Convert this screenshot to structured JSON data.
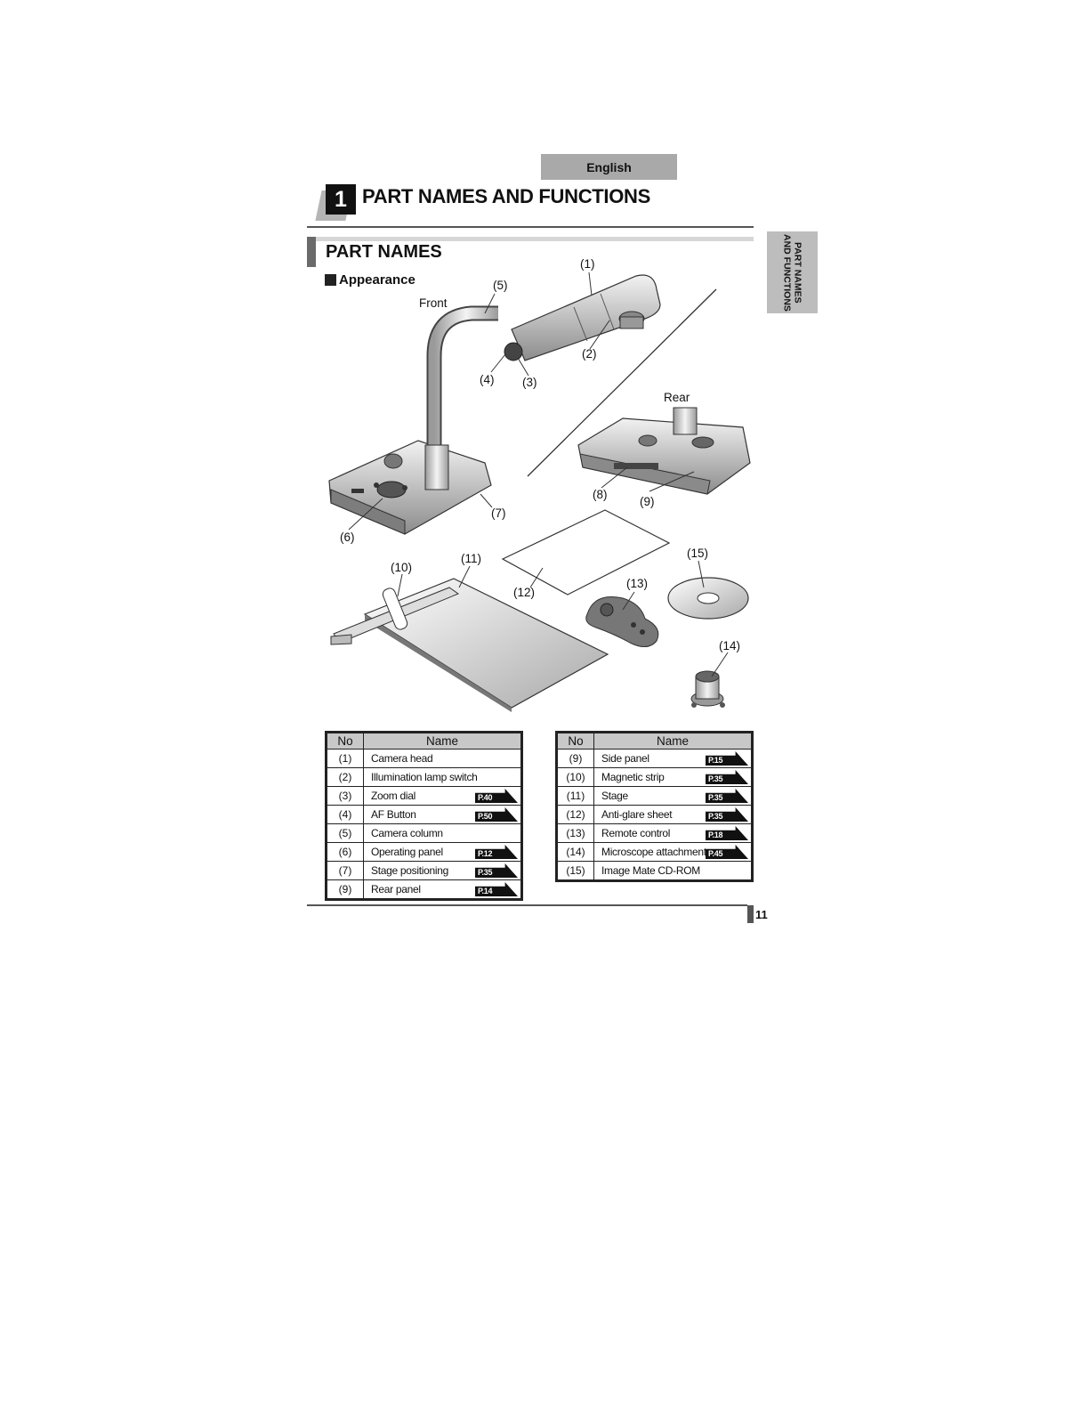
{
  "language_tab": "English",
  "chapter": {
    "number": "1",
    "title": "PART NAMES AND FUNCTIONS"
  },
  "side_tab": "PART NAMES AND FUNCTIONS",
  "section_title": "PART NAMES",
  "subsection": "Appearance",
  "illustration": {
    "front_label": "Front",
    "rear_label": "Rear",
    "callouts": [
      "(1)",
      "(2)",
      "(3)",
      "(4)",
      "(5)",
      "(6)",
      "(7)",
      "(8)",
      "(9)",
      "(10)",
      "(11)",
      "(12)",
      "(13)",
      "(14)",
      "(15)"
    ]
  },
  "table_headers": {
    "no": "No",
    "name": "Name"
  },
  "table_left": [
    {
      "no": "(1)",
      "name": "Camera head",
      "ref": ""
    },
    {
      "no": "(2)",
      "name": "Illumination lamp switch",
      "ref": ""
    },
    {
      "no": "(3)",
      "name": "Zoom dial",
      "ref": "P.40"
    },
    {
      "no": "(4)",
      "name": "AF Button",
      "ref": "P.50"
    },
    {
      "no": "(5)",
      "name": "Camera column",
      "ref": ""
    },
    {
      "no": "(6)",
      "name": "Operating panel",
      "ref": "P.12"
    },
    {
      "no": "(7)",
      "name": "Stage positioning",
      "ref": "P.35"
    },
    {
      "no": "(9)",
      "name": "Rear panel",
      "ref": "P.14"
    }
  ],
  "table_right": [
    {
      "no": "(9)",
      "name": "Side panel",
      "ref": "P.15"
    },
    {
      "no": "(10)",
      "name": "Magnetic strip",
      "ref": "P.35"
    },
    {
      "no": "(11)",
      "name": "Stage",
      "ref": "P.35"
    },
    {
      "no": "(12)",
      "name": "Anti-glare sheet",
      "ref": "P.35"
    },
    {
      "no": "(13)",
      "name": "Remote control",
      "ref": "P.18"
    },
    {
      "no": "(14)",
      "name": "Microscope attachment",
      "ref": "P.45"
    },
    {
      "no": "(15)",
      "name": "Image Mate CD-ROM",
      "ref": ""
    }
  ],
  "page_number": "11"
}
